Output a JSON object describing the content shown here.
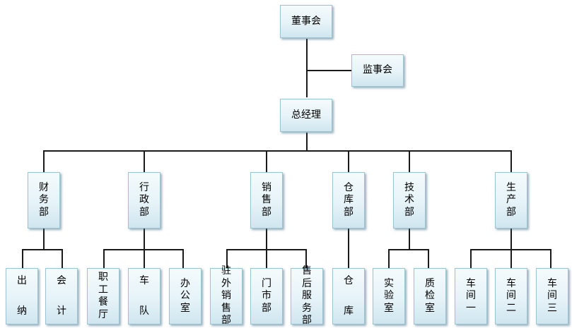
{
  "chart": {
    "root": "董事会",
    "supervisor": "监事会",
    "gm": "总经理",
    "departments": [
      {
        "name": "财务部",
        "units": [
          "出纳",
          "会计"
        ]
      },
      {
        "name": "行政部",
        "units": [
          "职工餐厅",
          "车队",
          "办公室"
        ]
      },
      {
        "name": "销售部",
        "units": [
          "驻外销售部",
          "门市部",
          "售后服务部"
        ]
      },
      {
        "name": "仓库部",
        "units": [
          "仓库"
        ]
      },
      {
        "name": "技术部",
        "units": [
          "实验室",
          "质检室"
        ]
      },
      {
        "name": "生产部",
        "units": [
          "车间一",
          "车间二",
          "车间三"
        ]
      }
    ]
  }
}
